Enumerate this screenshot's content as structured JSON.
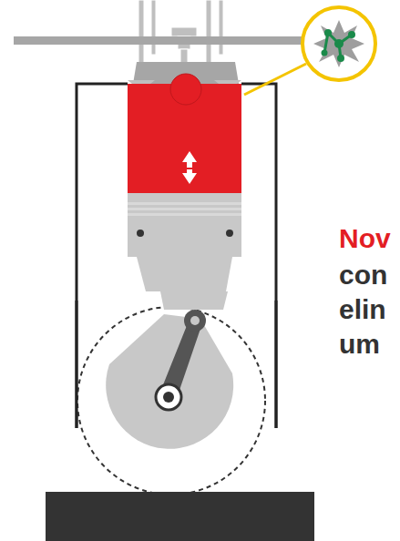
{
  "diagram": {
    "labels": [
      "Nov",
      "con",
      "elin",
      "um"
    ]
  }
}
